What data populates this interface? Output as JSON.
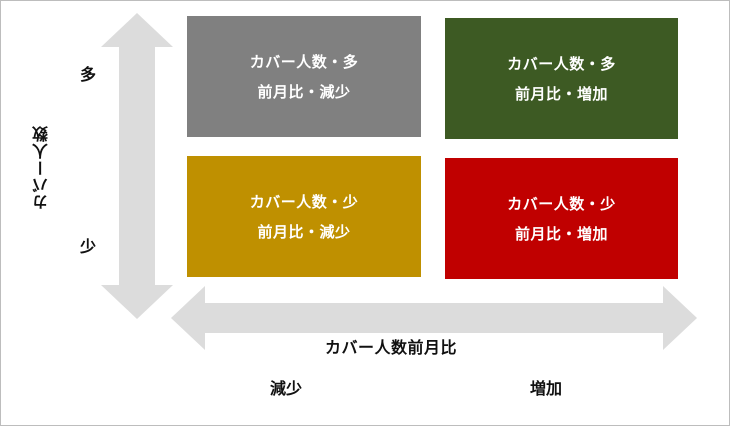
{
  "colors": {
    "arrow": "#dcdcdc",
    "top_left": "#808080",
    "top_right": "#3d5a23",
    "bottom_left": "#bf9000",
    "bottom_right": "#c00000"
  },
  "y_axis": {
    "title": "カバー人数",
    "top": "多",
    "bottom": "少"
  },
  "x_axis": {
    "title": "カバー人数前月比",
    "left": "減少",
    "right": "増加"
  },
  "quadrants": {
    "top_left": {
      "line1": "カバー人数・多",
      "line2": "前月比・減少"
    },
    "top_right": {
      "line1": "カバー人数・多",
      "line2": "前月比・増加"
    },
    "bottom_left": {
      "line1": "カバー人数・少",
      "line2": "前月比・減少"
    },
    "bottom_right": {
      "line1": "カバー人数・少",
      "line2": "前月比・増加"
    }
  }
}
